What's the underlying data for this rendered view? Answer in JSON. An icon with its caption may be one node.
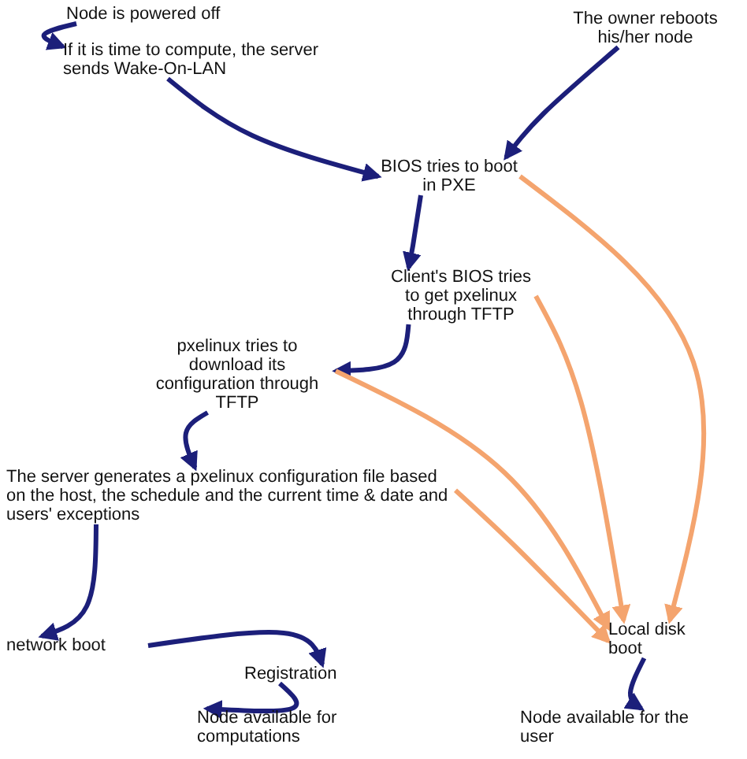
{
  "diagram": {
    "nodes": [
      {
        "text": [
          "Node is powered off"
        ]
      },
      {
        "text": [
          "If it is time to compute, the server sends Wake-On-LAN"
        ]
      },
      {
        "text": [
          "The owner reboots his/her node"
        ]
      },
      {
        "text": [
          "BIOS tries to boot in PXE"
        ]
      },
      {
        "text": [
          "Client's BIOS tries to get pxelinux through TFTP"
        ]
      },
      {
        "text": [
          "pxelinux tries to download its configuration through TFTP"
        ]
      },
      {
        "text": [
          "The server generates a pxelinux configuration file based on the host, the schedule and the current time & date and users' exceptions"
        ]
      },
      {
        "text": [
          "network boot"
        ]
      },
      {
        "text": [
          "Registration"
        ]
      },
      {
        "text": [
          "Node available for computations"
        ]
      },
      {
        "text": [
          "Local disk boot"
        ]
      },
      {
        "text": [
          "Node available for the user"
        ]
      }
    ],
    "edges": [
      {
        "from": 0,
        "to": 1,
        "arrow": "to"
      },
      {
        "from": 1,
        "to": 3,
        "arrow": "to"
      },
      {
        "from": 2,
        "to": 3,
        "arrow": "to"
      },
      {
        "from": 3,
        "to": 4,
        "arrow": "to"
      },
      {
        "from": 3,
        "to": 10,
        "arrow": "to",
        "color": "#f4a46e"
      },
      {
        "from": 4,
        "to": 5,
        "arrow": "to"
      },
      {
        "from": 4,
        "to": 10,
        "arrow": "to",
        "color": "#f4a46e"
      },
      {
        "from": 5,
        "to": 6,
        "arrow": "to"
      },
      {
        "from": 5,
        "to": 10,
        "arrow": "to",
        "color": "#f4a46e"
      },
      {
        "from": 6,
        "to": 10,
        "arrow": "to",
        "color": "#f4a46e"
      },
      {
        "from": 6,
        "to": 7,
        "arrow": "to"
      },
      {
        "from": 7,
        "to": 8,
        "arrow": "to"
      },
      {
        "from": 8,
        "to": 9,
        "arrow": "to"
      },
      {
        "from": 10,
        "to": 11,
        "arrow": "to"
      }
    ]
  }
}
